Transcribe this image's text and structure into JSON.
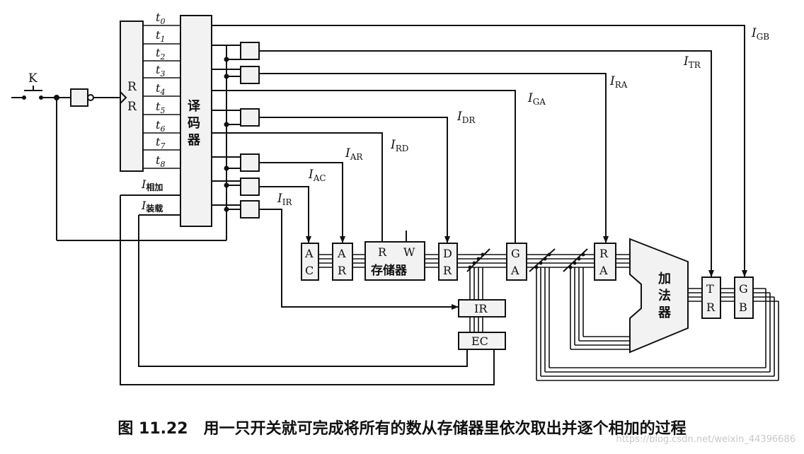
{
  "switch_label": "K",
  "register_rr": [
    "R",
    "R"
  ],
  "decoder": [
    "译",
    "码",
    "器"
  ],
  "timing": [
    {
      "base": "t",
      "sub": "0"
    },
    {
      "base": "t",
      "sub": "1"
    },
    {
      "base": "t",
      "sub": "2"
    },
    {
      "base": "t",
      "sub": "3"
    },
    {
      "base": "t",
      "sub": "4"
    },
    {
      "base": "t",
      "sub": "5"
    },
    {
      "base": "t",
      "sub": "6"
    },
    {
      "base": "t",
      "sub": "7"
    },
    {
      "base": "t",
      "sub": "8"
    }
  ],
  "inputs": [
    {
      "base": "I",
      "sub": "相加"
    },
    {
      "base": "I",
      "sub": "装载"
    }
  ],
  "signals": {
    "GB": {
      "base": "I",
      "sub": "GB"
    },
    "TR": {
      "base": "I",
      "sub": "TR"
    },
    "RA": {
      "base": "I",
      "sub": "RA"
    },
    "GA": {
      "base": "I",
      "sub": "GA"
    },
    "DR": {
      "base": "I",
      "sub": "DR"
    },
    "RD": {
      "base": "I",
      "sub": "RD"
    },
    "AR": {
      "base": "I",
      "sub": "AR"
    },
    "AC": {
      "base": "I",
      "sub": "AC"
    },
    "IR": {
      "base": "I",
      "sub": "IR"
    }
  },
  "blocks": {
    "ac": [
      "A",
      "C"
    ],
    "ar": [
      "A",
      "R"
    ],
    "memory": {
      "r": "R",
      "w": "W",
      "name": "存储器"
    },
    "dr": [
      "D",
      "R"
    ],
    "ga": [
      "G",
      "A"
    ],
    "ra": [
      "R",
      "A"
    ],
    "adder": [
      "加",
      "法",
      "器"
    ],
    "tr": [
      "T",
      "R"
    ],
    "gb": [
      "G",
      "B"
    ],
    "ir": "IR",
    "ec": "EC"
  },
  "caption": {
    "number": "图 11.22",
    "text": "用一只开关就可完成将所有的数从存储器里依次取出并逐个相加的过程"
  },
  "watermark": "https://blog.csdn.net/weixin_44396686"
}
